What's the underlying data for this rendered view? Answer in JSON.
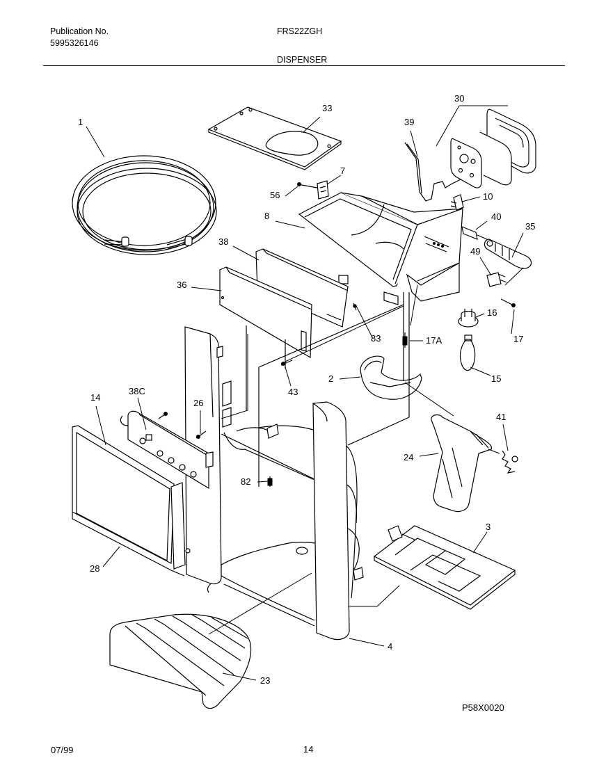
{
  "header": {
    "publication_label": "Publication No.",
    "publication_number": "5995326146",
    "model": "FRS22ZGH",
    "section": "DISPENSER"
  },
  "callouts": [
    "1",
    "33",
    "7",
    "56",
    "8",
    "38",
    "36",
    "39",
    "30",
    "10",
    "40",
    "35",
    "49",
    "16",
    "17",
    "17A",
    "83",
    "43",
    "2",
    "15",
    "14",
    "38C",
    "26",
    "82",
    "41",
    "24",
    "3",
    "28",
    "4",
    "23"
  ],
  "footer": {
    "diagram_code": "P58X0020",
    "date": "07/99",
    "page": "14"
  }
}
